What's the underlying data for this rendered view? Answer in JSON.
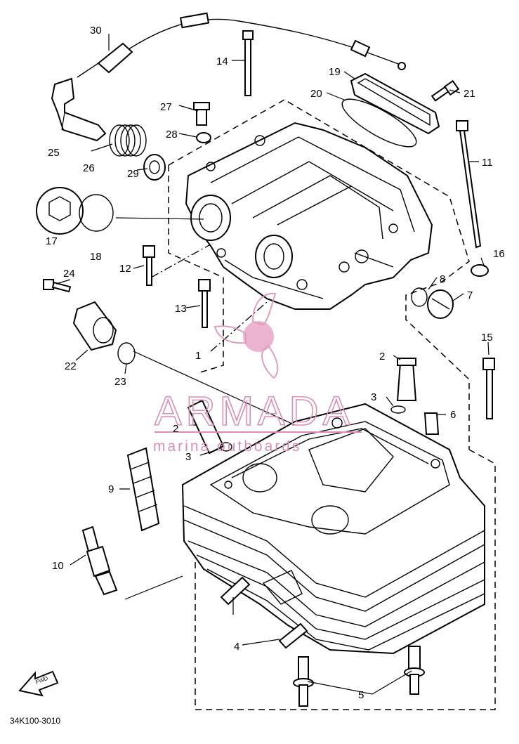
{
  "diagram_code": "34K100-3010",
  "fwd_label": "FWD",
  "watermark": {
    "brand": "ARMADA",
    "tagline": "marina outboards",
    "color": "#d98fb5"
  },
  "callouts": [
    "1",
    "2",
    "3",
    "4",
    "5",
    "6",
    "7",
    "8",
    "9",
    "10",
    "11",
    "12",
    "13",
    "14",
    "15",
    "16",
    "17",
    "18",
    "19",
    "20",
    "21",
    "22",
    "23",
    "24",
    "25",
    "26",
    "27",
    "28",
    "29",
    "30"
  ]
}
